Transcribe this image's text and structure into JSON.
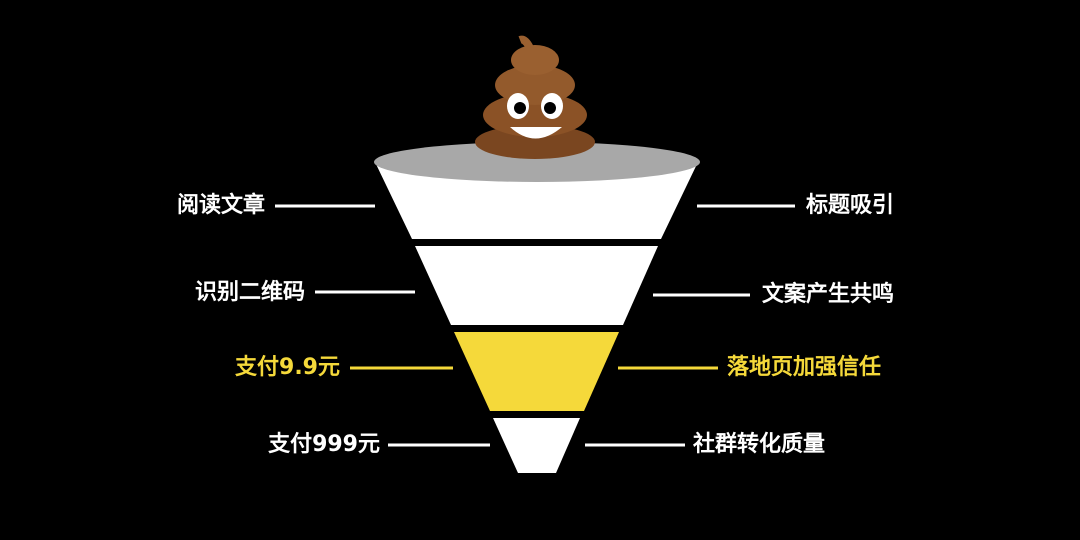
{
  "stages": [
    {
      "left": "阅读文章",
      "right": "标题吸引",
      "highlight": false
    },
    {
      "left": "识别二维码",
      "right": "文案产生共鸣",
      "highlight": false
    },
    {
      "left": "支付9.9元",
      "right": "落地页加强信任",
      "highlight": true
    },
    {
      "left": "支付999元",
      "right": "社群转化质量",
      "highlight": false
    }
  ],
  "colors": {
    "highlight": "#f5d93a",
    "normal": "#ffffff",
    "rim": "#a8a8a8",
    "background": "#000000"
  },
  "icon": "poop-emoji-icon"
}
